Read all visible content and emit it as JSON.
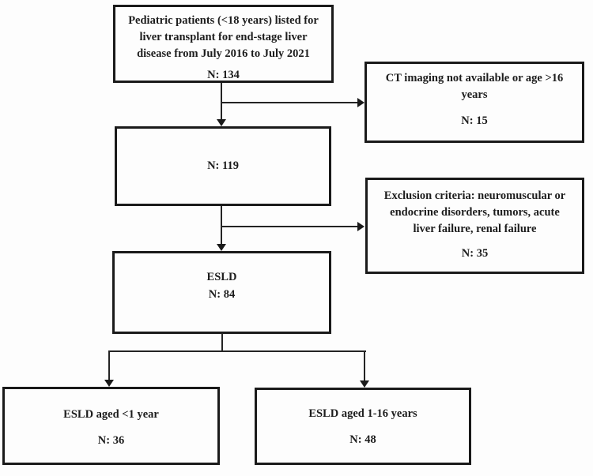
{
  "diagram": {
    "boxes": {
      "enrollment": {
        "text": "Pediatric patients (<18 years) listed for\nliver transplant for end-stage liver\ndisease from July 2016 to July 2021",
        "n": "N: 134"
      },
      "ct_exclusion": {
        "text": "CT imaging not available or age >16\nyears",
        "n": "N: 15"
      },
      "post_ct": {
        "n": "N: 119"
      },
      "exclusion_criteria": {
        "text": "Exclusion criteria: neuromuscular or\nendocrine disorders, tumors, acute\nliver failure, renal failure",
        "n": "N: 35"
      },
      "esld": {
        "text": "ESLD",
        "n": "N: 84"
      },
      "esld_under_1": {
        "text": "ESLD aged <1 year",
        "n": "N: 36"
      },
      "esld_1_to_16": {
        "text": "ESLD aged 1-16 years",
        "n": "N: 48"
      }
    },
    "colors": {
      "border": "#1a1a1a",
      "text": "#1d1d1d",
      "background": "#fdfdfd"
    }
  }
}
